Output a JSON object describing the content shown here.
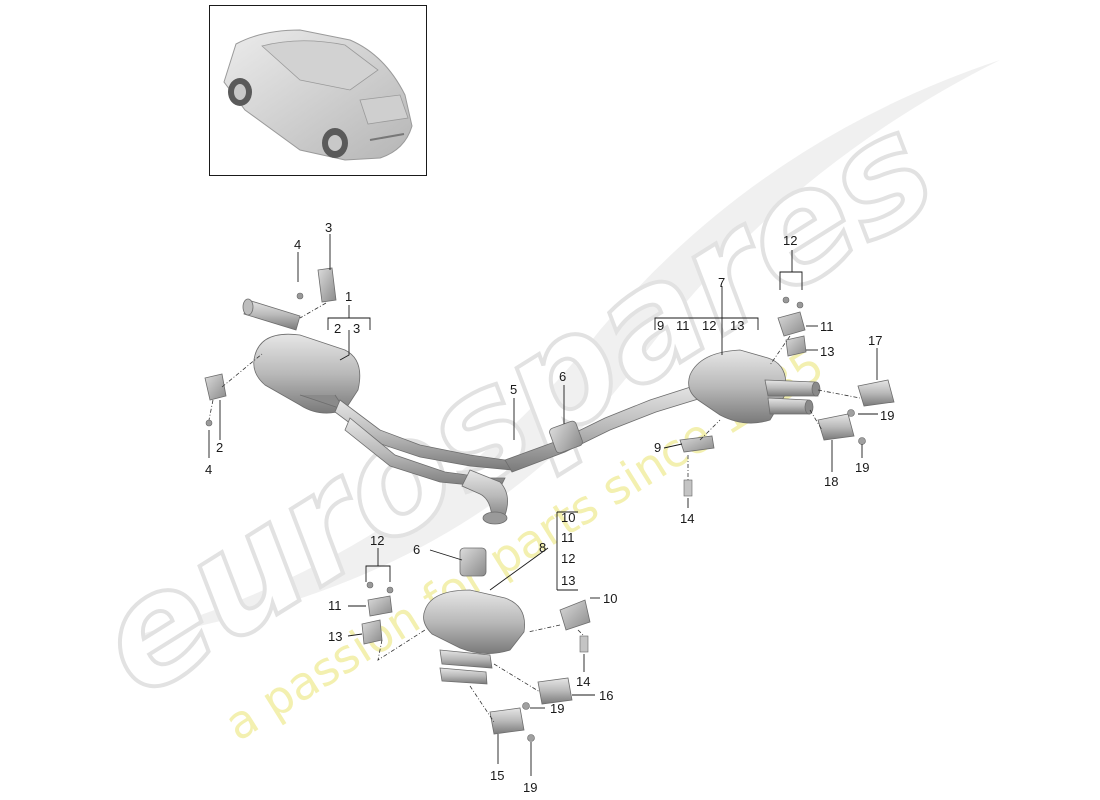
{
  "watermark": {
    "brand": "eurospares",
    "tagline": "a passion for parts since 1985"
  },
  "colors": {
    "metal_light": "#d9d9d9",
    "metal_mid": "#a8a8a8",
    "metal_dark": "#6e6e6e",
    "line": "#1a1a1a",
    "watermark_grey": "#e6e6e6",
    "watermark_yellow": "#f3f0b0"
  },
  "thumbnail": {
    "icon": "car-suv-rear-icon"
  },
  "callouts": {
    "c1": "1",
    "c2": "2",
    "c3": "3",
    "c4a": "4",
    "c4b": "4",
    "c5": "5",
    "c6a": "6",
    "c6b": "6",
    "c7": "7",
    "c8": "8",
    "c9": "9",
    "c10": "10",
    "c11a": "11",
    "c11b": "11",
    "c12a": "12",
    "c12b": "12",
    "c13a": "13",
    "c13b": "13",
    "c14a": "14",
    "c14b": "14",
    "c15": "15",
    "c16": "16",
    "c17": "17",
    "c18": "18",
    "c19a": "19",
    "c19b": "19",
    "c19c": "19",
    "c19d": "19"
  },
  "groups": {
    "g1": [
      "2",
      "3"
    ],
    "g7": [
      "9",
      "11",
      "12",
      "13"
    ],
    "g8": [
      "10",
      "11",
      "12",
      "13"
    ]
  }
}
